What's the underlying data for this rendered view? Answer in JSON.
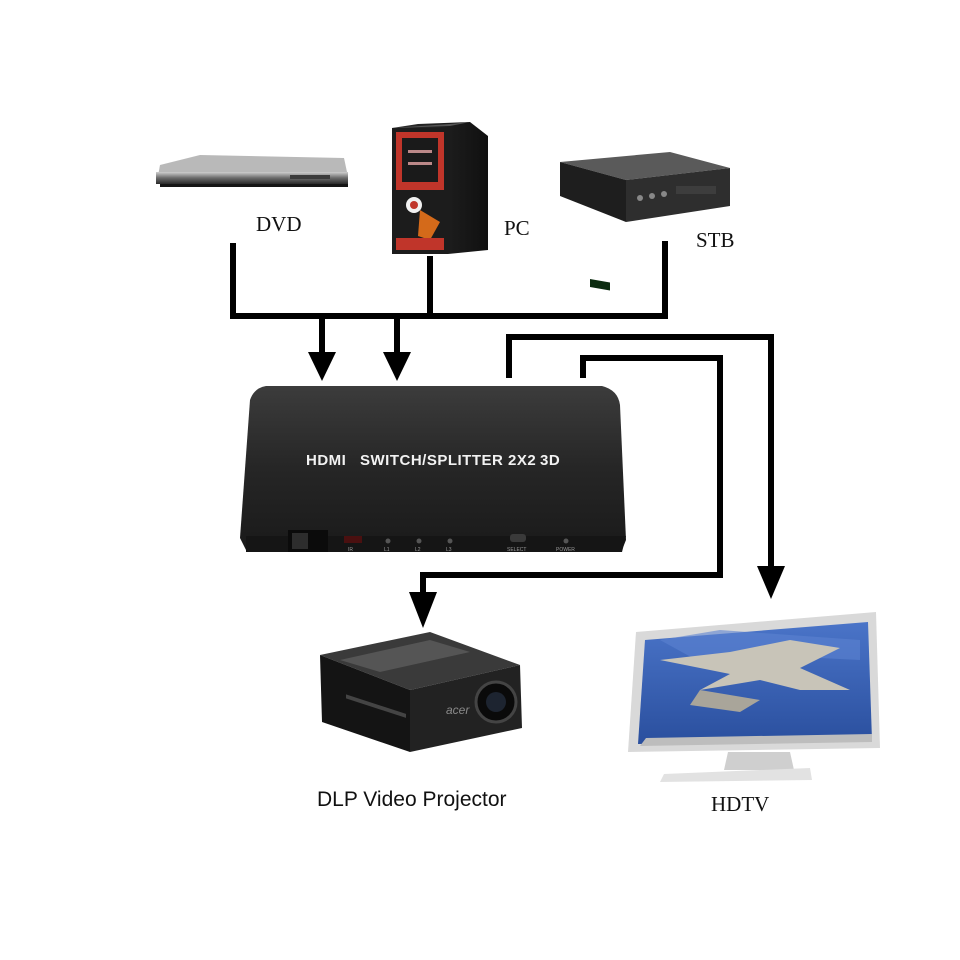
{
  "labels": {
    "dvd": "DVD",
    "pc": "PC",
    "stb": "STB",
    "projector": "DLP Video Projector",
    "hdtv": "HDTV"
  },
  "device": {
    "logo": "HDMI",
    "title": "SWITCH/SPLITTER 2X2",
    "badge": "3D",
    "port_labels": [
      "IR",
      "L1",
      "L2",
      "L3",
      "SELECT",
      "POWER"
    ]
  },
  "projector_brand": "acer",
  "colors": {
    "wire": "#000000",
    "device_body": "#2b2b2b",
    "background": "#ffffff",
    "tv_screen": "#3d6fc4"
  }
}
